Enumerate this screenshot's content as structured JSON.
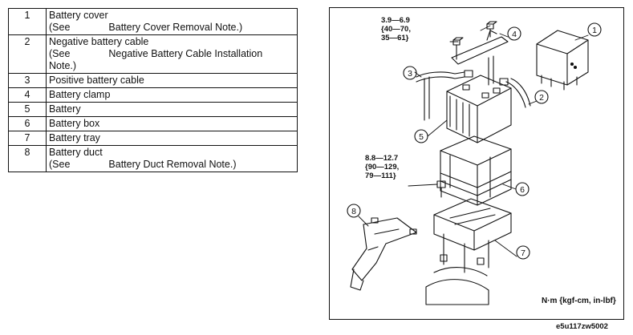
{
  "parts": [
    {
      "num": "1",
      "lines": [
        "Battery cover"
      ],
      "note": {
        "pre": "(See",
        "post": "Battery Cover Removal Note.)"
      }
    },
    {
      "num": "2",
      "lines": [
        "Negative battery cable"
      ],
      "note": {
        "pre": "(See",
        "post": "Negative Battery Cable Installation"
      },
      "extra": "Note.)"
    },
    {
      "num": "3",
      "lines": [
        "Positive battery cable"
      ]
    },
    {
      "num": "4",
      "lines": [
        "Battery clamp"
      ]
    },
    {
      "num": "5",
      "lines": [
        "Battery"
      ]
    },
    {
      "num": "6",
      "lines": [
        "Battery box"
      ]
    },
    {
      "num": "7",
      "lines": [
        "Battery tray"
      ]
    },
    {
      "num": "8",
      "lines": [
        "Battery duct"
      ],
      "note": {
        "pre": "(See",
        "post": "Battery Duct Removal Note.)"
      }
    }
  ],
  "torque_top": [
    "3.9—6.9",
    "{40—70,",
    "35—61}"
  ],
  "torque_mid": [
    "8.8—12.7",
    "{90—129,",
    "79—111}"
  ],
  "callouts": [
    "1",
    "2",
    "3",
    "4",
    "5",
    "6",
    "7",
    "8"
  ],
  "unit_label": "N·m {kgf-cm, in-lbf}",
  "image_code": "e5u117zw5002"
}
